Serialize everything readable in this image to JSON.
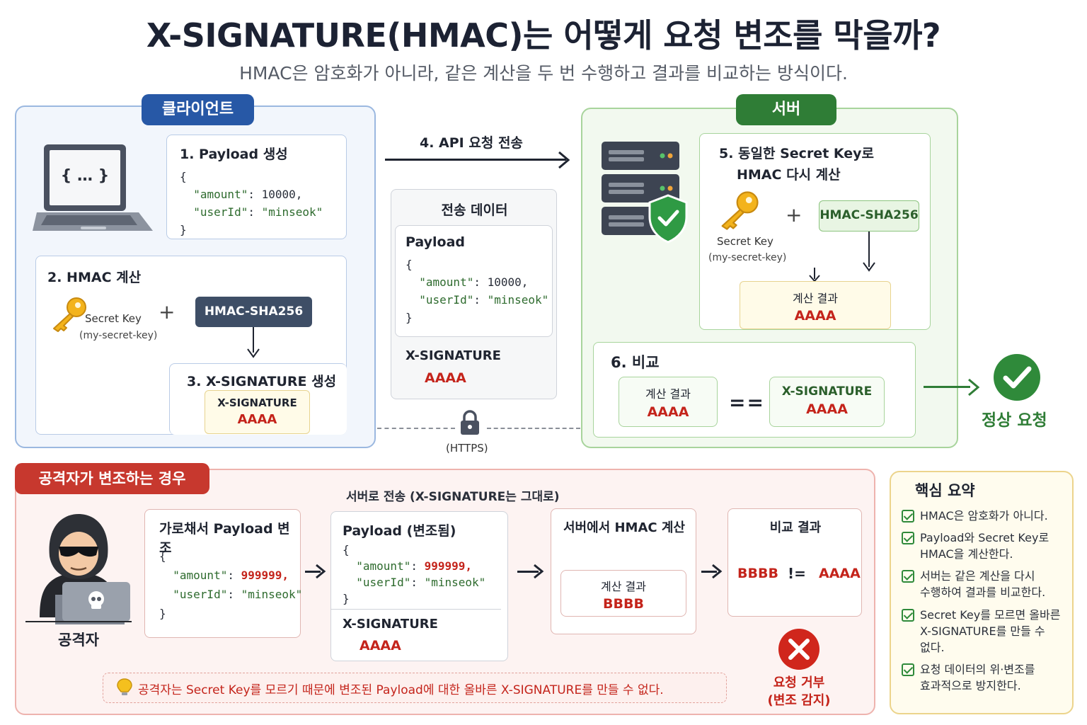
{
  "header": {
    "title": "X-SIGNATURE(HMAC)는 어떻게 요청 변조를 막을까?",
    "subtitle": "HMAC은 암호화가 아니라, 같은 계산을 두 번 수행하고 결과를 비교하는 방식이다."
  },
  "client": {
    "tag": "클라이언트",
    "laptop_screen": "{ … }",
    "step1_title": "1. Payload 생성",
    "step2_title": "2. HMAC 계산",
    "secret_key_label": "Secret Key",
    "secret_key_value": "(my-secret-key)",
    "hmac_algo": "HMAC-SHA256",
    "step3_title": "3. X-SIGNATURE 생성",
    "sig_label": "X-SIGNATURE",
    "sig_value": "AAAA"
  },
  "payload": {
    "open": "{",
    "amount_key": "\"amount\"",
    "amount_value": "10000,",
    "user_key": "\"userId\"",
    "user_value": "\"minseok\"",
    "close": "}"
  },
  "transfer": {
    "arrow_label": "4. API 요청 전송",
    "box_title": "전송 데이터",
    "payload_label": "Payload",
    "sig_label": "X-SIGNATURE",
    "sig_value": "AAAA",
    "https_label": "(HTTPS)"
  },
  "server": {
    "tag": "서버",
    "step5_title_line1": "5. 동일한 Secret Key로",
    "step5_title_line2": "HMAC 다시 계산",
    "secret_key_label": "Secret Key",
    "secret_key_value": "(my-secret-key)",
    "hmac_algo": "HMAC-SHA256",
    "result_label": "계산 결과",
    "result_value": "AAAA",
    "step6_title": "6. 비교",
    "compare_left_label": "계산 결과",
    "compare_left_value": "AAAA",
    "equals": "==",
    "compare_right_label": "X-SIGNATURE",
    "compare_right_value": "AAAA",
    "ok_label": "정상 요청"
  },
  "attack": {
    "tag": "공격자가 변조하는 경우",
    "attacker_label": "공격자",
    "intercept_title": "가로채서 Payload 변조",
    "tampered_amount": "999999,",
    "send_label": "서버로 전송 (X-SIGNATURE는 그대로)",
    "tampered_title": "Payload (변조됨)",
    "sig_label": "X-SIGNATURE",
    "sig_value": "AAAA",
    "server_calc_title": "서버에서 HMAC 계산",
    "calc_label": "계산 결과",
    "calc_value": "BBBB",
    "compare_title": "비교 결과",
    "compare_left": "BBBB",
    "not_equals": "!=",
    "compare_right": "AAAA",
    "reject_line1": "요청 거부",
    "reject_line2": "(변조 감지)",
    "note": "공격자는 Secret Key를 모르기 때문에 변조된 Payload에 대한 올바른 X-SIGNATURE를 만들 수 없다."
  },
  "summary": {
    "title": "핵심 요약",
    "items": [
      [
        "HMAC은 암호화가 아니다."
      ],
      [
        "Payload와 Secret Key로",
        "HMAC을 계산한다."
      ],
      [
        "서버는 같은 계산을 다시",
        "수행하여 결과를 비교한다."
      ],
      [
        "Secret Key를 모르면 올바른",
        "X-SIGNATURE를 만들 수",
        "없다."
      ],
      [
        "요청 데이터의 위·변조를",
        "효과적으로 방지한다."
      ]
    ]
  },
  "colors": {
    "client_accent": "#2758a6",
    "server_accent": "#2f7d36",
    "attack_accent": "#c7382e",
    "signature_red": "#c4241b"
  }
}
